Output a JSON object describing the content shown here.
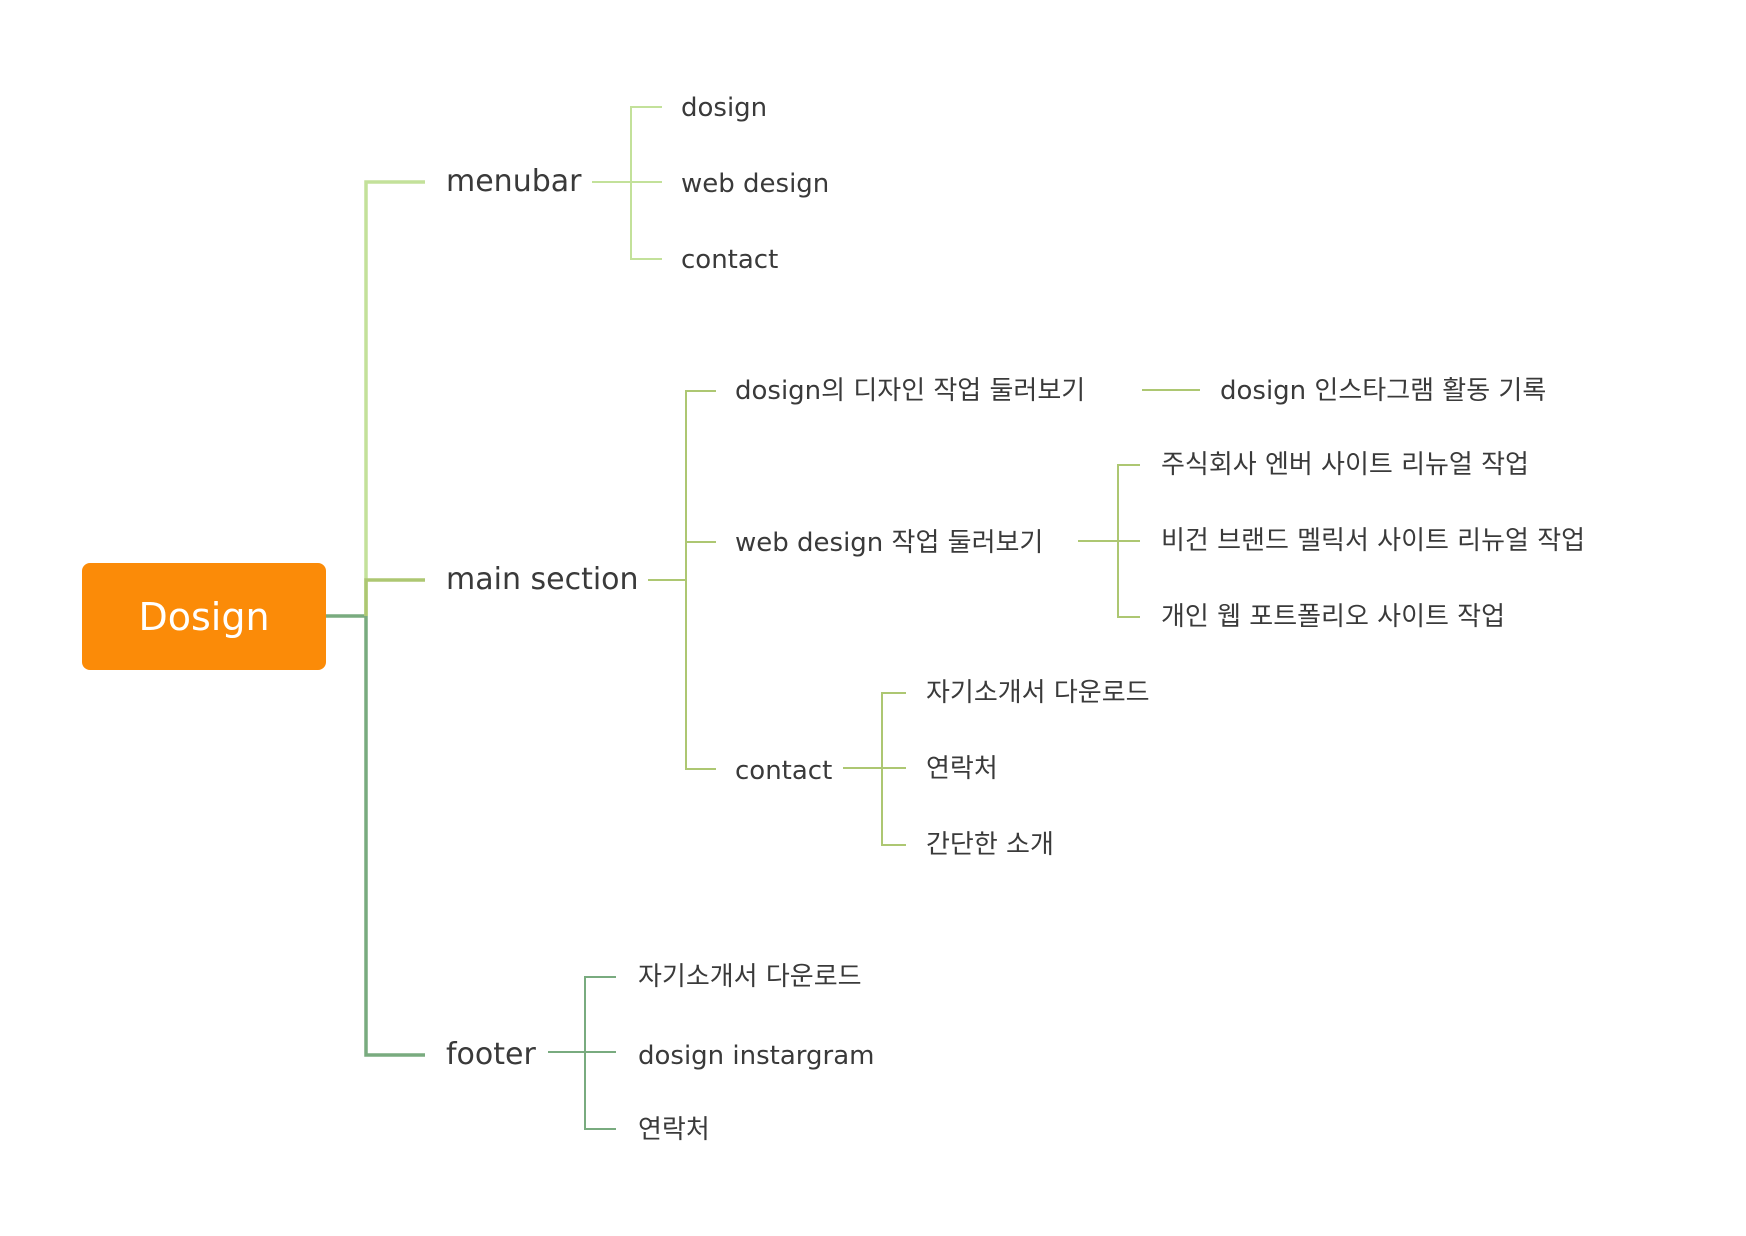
{
  "root": {
    "label": "Dosign",
    "color": "#fb8b08"
  },
  "colors": {
    "menubar": "#c3e19a",
    "main": "#adc772",
    "footer": "#79ab7f",
    "text": "#3a3a3a"
  },
  "branches": {
    "menubar": {
      "label": "menubar",
      "children": [
        "dosign",
        "web design",
        "contact"
      ]
    },
    "main_section": {
      "label": "main section",
      "children": [
        {
          "label": "dosign의 디자인 작업 둘러보기",
          "children": [
            "dosign 인스타그램 활동 기록"
          ]
        },
        {
          "label": "web design 작업 둘러보기",
          "children": [
            "주식회사 엔버 사이트 리뉴얼 작업",
            "비건 브랜드 멜릭서 사이트 리뉴얼 작업",
            "개인 웹 포트폴리오 사이트 작업"
          ]
        },
        {
          "label": "contact",
          "children": [
            "자기소개서 다운로드",
            "연락처",
            "간단한 소개"
          ]
        }
      ]
    },
    "footer": {
      "label": "footer",
      "children": [
        "자기소개서 다운로드",
        "dosign instargram",
        "연락처"
      ]
    }
  }
}
